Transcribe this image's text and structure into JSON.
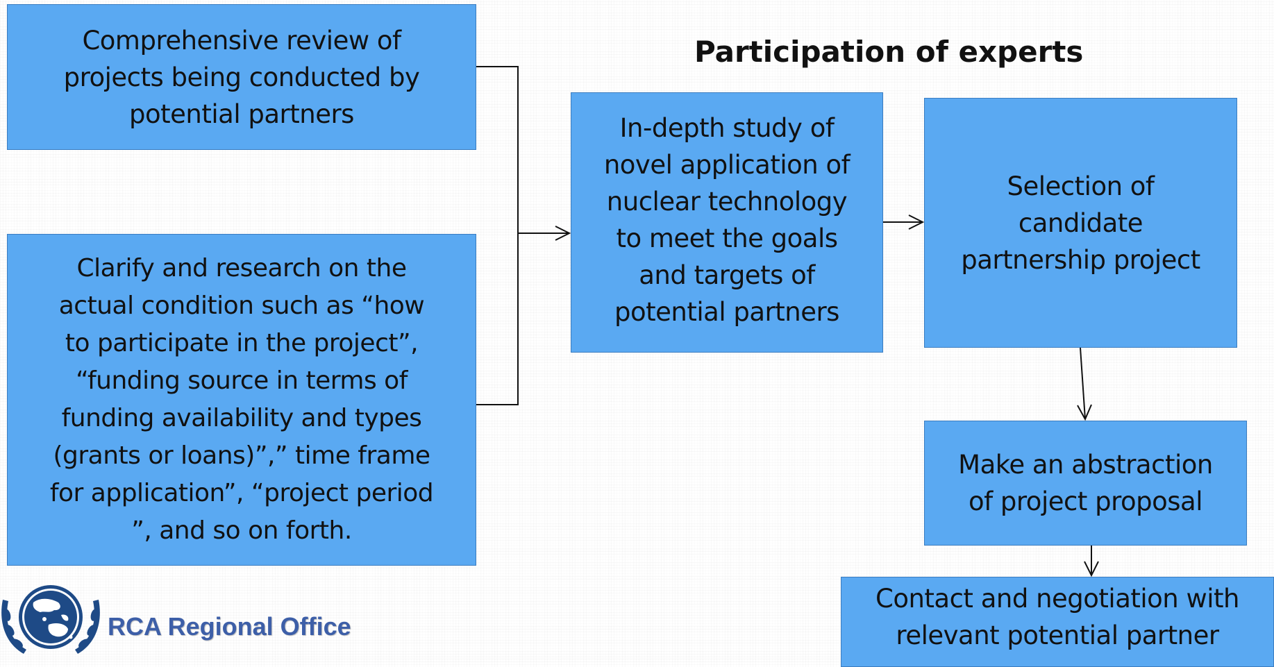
{
  "heading": "Participation of experts",
  "boxes": {
    "review": [
      "Comprehensive review of",
      "projects  being conducted  by",
      "potential partners"
    ],
    "clarify": [
      "Clarify and research on the",
      "actual  condition  such as “how",
      "to participate in the project”,",
      "“funding source in terms of",
      "funding availability and types",
      "(grants or loans)”,” time frame",
      "for application”, “project period",
      "”, and so on forth."
    ],
    "indepth": [
      "In-depth study of",
      "novel application of",
      "nuclear technology",
      "to meet the goals",
      "and targets of",
      "potential partners"
    ],
    "selection": [
      "Selection of",
      "candidate",
      "partnership project"
    ],
    "abstract": [
      "Make  an abstraction",
      "of project proposal"
    ],
    "contact": [
      "Contact and negotiation with",
      "relevant potential partner"
    ]
  },
  "footer": {
    "org_name": "RCA Regional Office"
  },
  "colors": {
    "box_fill": "#5aa9f2",
    "box_border": "#3a7cc0",
    "org_name": "#3d5fa8",
    "logo": "#1e4a86"
  },
  "icons": [
    "un-emblem-icon",
    "arrow-right-icon",
    "arrow-down-icon"
  ]
}
